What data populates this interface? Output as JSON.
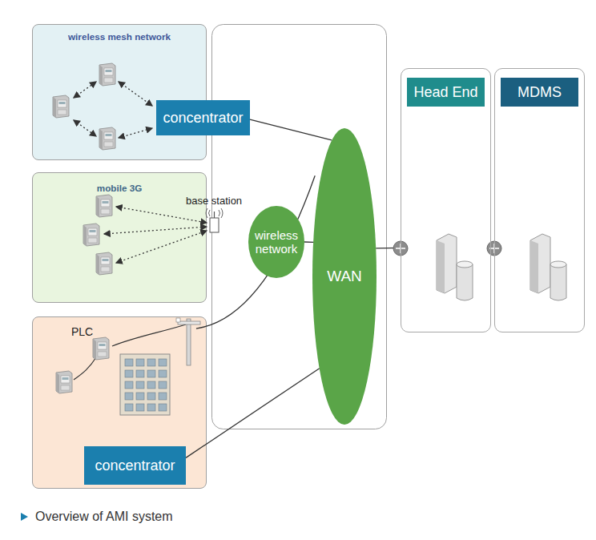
{
  "diagram": {
    "caption": "Overview of AMI system",
    "nodes": [
      {
        "text": [
          "wireless mesh network"
        ]
      },
      {
        "text": [
          "concentrator"
        ]
      },
      {
        "text": [
          "mobile 3G"
        ]
      },
      {
        "text": [
          "wireless network"
        ]
      },
      {
        "text": [
          "WAN"
        ]
      },
      {
        "text": [
          "PLC"
        ]
      },
      {
        "text": [
          "concentrator"
        ]
      },
      {
        "text": [
          "Head End"
        ]
      },
      {
        "text": [
          "MDMS"
        ]
      }
    ],
    "edges": [
      {
        "from": 1,
        "to": 4,
        "arrow": "none"
      },
      {
        "from": 3,
        "to": 4,
        "arrow": "none"
      },
      {
        "from": 5,
        "to": 4,
        "arrow": "none"
      },
      {
        "from": 6,
        "to": 4,
        "arrow": "none"
      },
      {
        "from": 4,
        "to": 7,
        "arrow": "none"
      },
      {
        "from": 7,
        "to": 8,
        "arrow": "none"
      }
    ],
    "labels": [
      "base station"
    ]
  }
}
